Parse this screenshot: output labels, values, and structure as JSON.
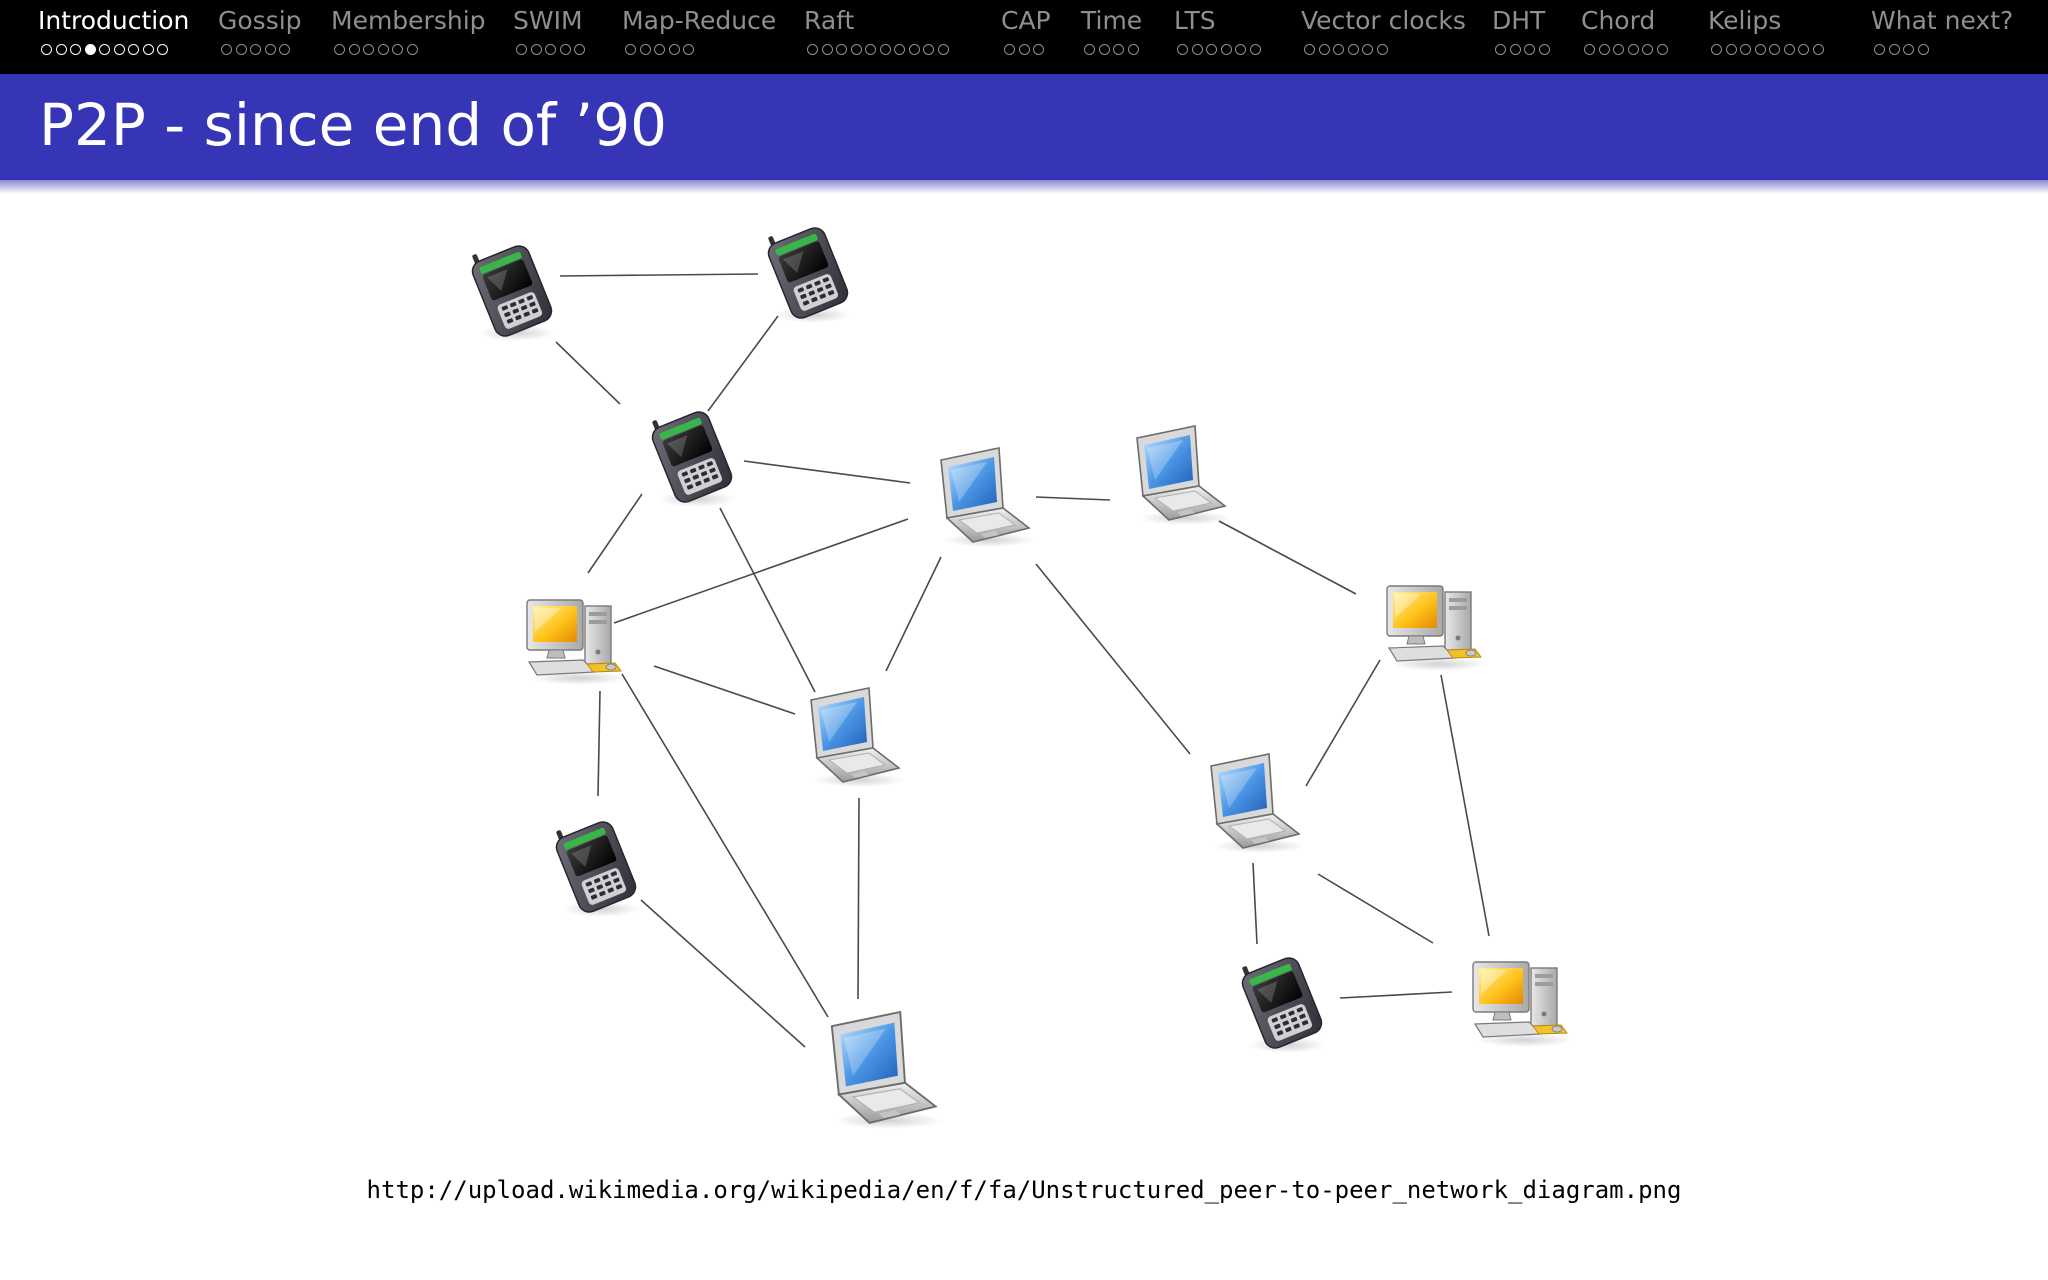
{
  "navigation": {
    "sections": [
      {
        "label": "Introduction",
        "dots": 9,
        "current": 3,
        "active": true
      },
      {
        "label": "Gossip",
        "dots": 5
      },
      {
        "label": "Membership",
        "dots": 6
      },
      {
        "label": "SWIM",
        "dots": 5
      },
      {
        "label": "Map-Reduce",
        "dots": 5
      },
      {
        "label": "Raft",
        "dots": 10
      },
      {
        "label": "CAP",
        "dots": 3
      },
      {
        "label": "Time",
        "dots": 4
      },
      {
        "label": "LTS",
        "dots": 6
      },
      {
        "label": "Vector clocks",
        "dots": 6
      },
      {
        "label": "DHT",
        "dots": 4
      },
      {
        "label": "Chord",
        "dots": 6
      },
      {
        "label": "Kelips",
        "dots": 8
      },
      {
        "label": "What next?",
        "dots": 4
      }
    ]
  },
  "slide": {
    "title": "P2P - since end of ’90",
    "source_url": "http://upload.wikimedia.org/wikipedia/en/f/fa/Unstructured_peer-to-peer_network_diagram.png"
  },
  "colors": {
    "title_bar": "#3535b5",
    "nav_background": "#000000",
    "nav_inactive": "#8f8f8f",
    "nav_active": "#ffffff"
  },
  "diagram": {
    "nodes": [
      {
        "id": "n1",
        "type": "phone"
      },
      {
        "id": "n2",
        "type": "phone"
      },
      {
        "id": "n3",
        "type": "phone"
      },
      {
        "id": "n4",
        "type": "laptop"
      },
      {
        "id": "n5",
        "type": "laptop"
      },
      {
        "id": "n6",
        "type": "desktop"
      },
      {
        "id": "n7",
        "type": "laptop"
      },
      {
        "id": "n8",
        "type": "desktop"
      },
      {
        "id": "n9",
        "type": "phone"
      },
      {
        "id": "n10",
        "type": "laptop"
      },
      {
        "id": "n11",
        "type": "laptop"
      },
      {
        "id": "n12",
        "type": "phone"
      },
      {
        "id": "n13",
        "type": "desktop"
      }
    ],
    "links": [
      [
        "n1",
        "n2"
      ],
      [
        "n1",
        "n3"
      ],
      [
        "n2",
        "n3"
      ],
      [
        "n3",
        "n4"
      ],
      [
        "n3",
        "n6"
      ],
      [
        "n3",
        "n7"
      ],
      [
        "n4",
        "n5"
      ],
      [
        "n4",
        "n6"
      ],
      [
        "n4",
        "n7"
      ],
      [
        "n4",
        "n10"
      ],
      [
        "n5",
        "n8"
      ],
      [
        "n6",
        "n7"
      ],
      [
        "n6",
        "n9"
      ],
      [
        "n6",
        "n11"
      ],
      [
        "n7",
        "n11"
      ],
      [
        "n9",
        "n11"
      ],
      [
        "n8",
        "n10"
      ],
      [
        "n8",
        "n13"
      ],
      [
        "n10",
        "n12"
      ],
      [
        "n10",
        "n13"
      ],
      [
        "n12",
        "n13"
      ]
    ]
  }
}
